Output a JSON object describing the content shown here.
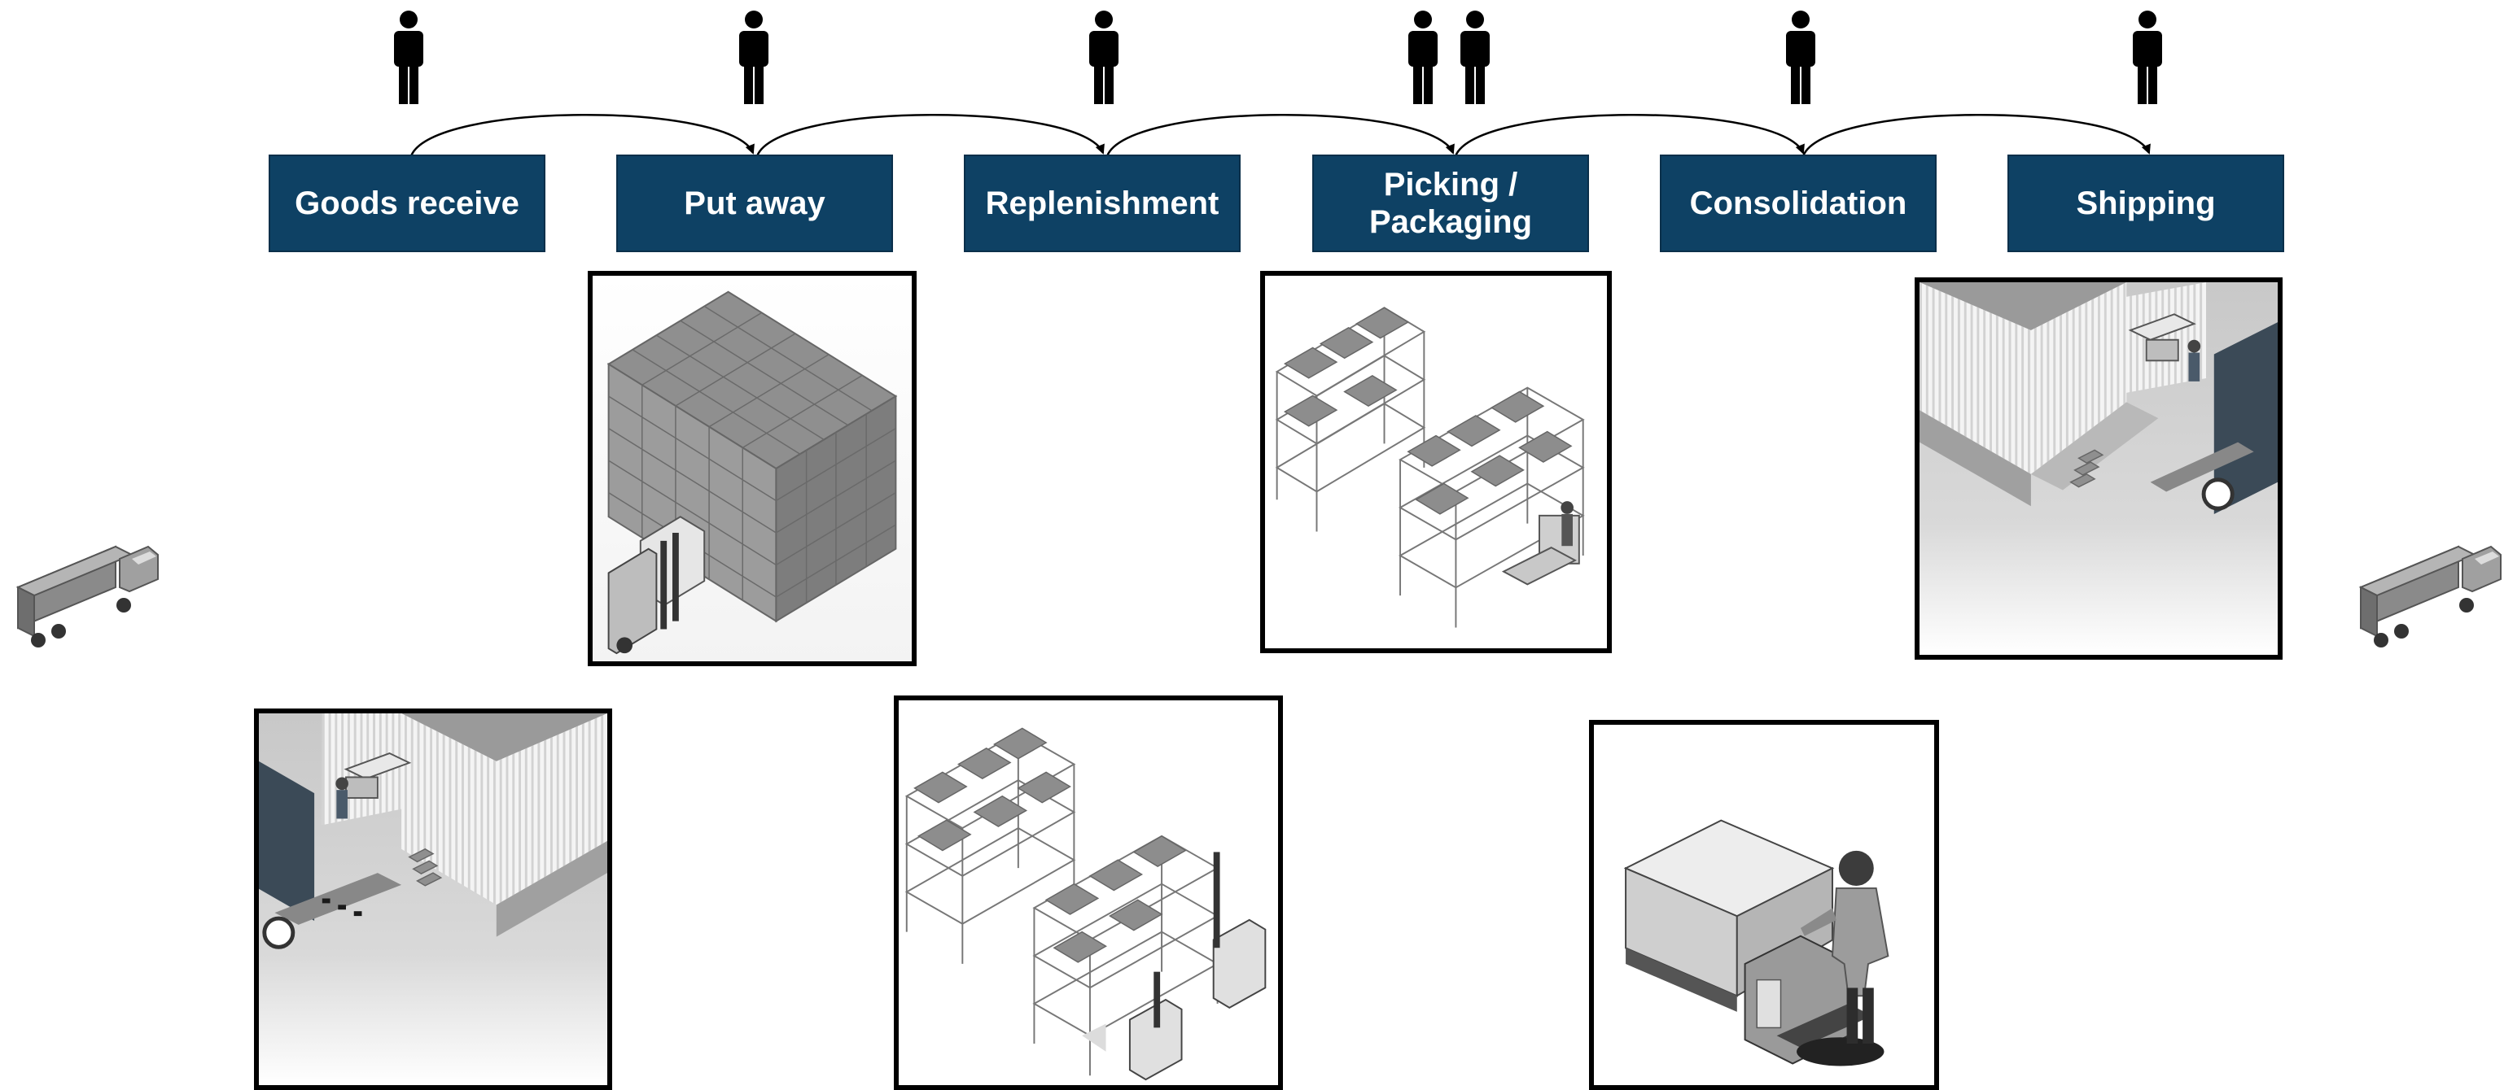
{
  "steps": [
    {
      "label": "Goods receive",
      "persons": 1
    },
    {
      "label": "Put away",
      "persons": 1
    },
    {
      "label": "Replenishment",
      "persons": 1
    },
    {
      "label": "Picking /\nPackaging",
      "persons": 2
    },
    {
      "label": "Consolidation",
      "persons": 1
    },
    {
      "label": "Shipping",
      "persons": 1
    }
  ],
  "illustrations": [
    {
      "name": "receiving-dock-illustration"
    },
    {
      "name": "pallet-stack-forklift-illustration"
    },
    {
      "name": "racks-reach-trucks-illustration"
    },
    {
      "name": "picking-racks-illustration"
    },
    {
      "name": "pallet-jack-operator-illustration"
    },
    {
      "name": "shipping-dock-illustration"
    }
  ],
  "icons": {
    "person": "person-icon",
    "truck": "truck-icon",
    "arrow": "curved-arrow"
  },
  "colors": {
    "step_fill": "#0e4164",
    "step_text": "#ffffff",
    "frame_border": "#000000"
  }
}
